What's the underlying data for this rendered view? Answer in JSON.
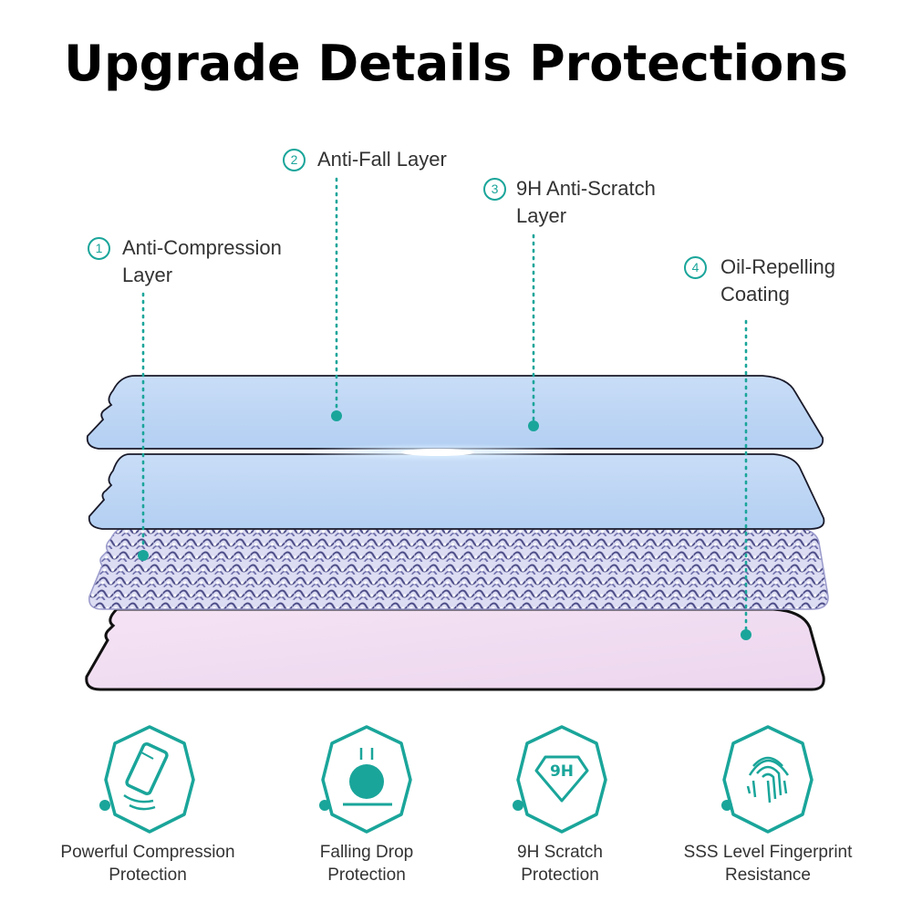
{
  "title": "Upgrade Details Protections",
  "layers": [
    {
      "num": "1",
      "line1": "Anti-Compression",
      "line2": "Layer"
    },
    {
      "num": "2",
      "line1": "Anti-Fall Layer",
      "line2": ""
    },
    {
      "num": "3",
      "line1": "9H Anti-Scratch",
      "line2": "Layer"
    },
    {
      "num": "4",
      "line1": "Oil-Repelling",
      "line2": "Coating"
    }
  ],
  "features": [
    {
      "icon": "compression-phone-icon",
      "line1": "Powerful Compression",
      "line2": "Protection"
    },
    {
      "icon": "falling-drop-icon",
      "line1": "Falling Drop",
      "line2": "Protection"
    },
    {
      "icon": "9h-shield-icon",
      "icon_text": "9H",
      "line1": "9H Scratch",
      "line2": "Protection"
    },
    {
      "icon": "fingerprint-icon",
      "line1": "SSS Level Fingerprint",
      "line2": "Resistance"
    }
  ],
  "colors": {
    "accent": "#1aa59a",
    "glass": "#bcd6f5",
    "coating": "#f3dff2",
    "outline": "#111111"
  }
}
